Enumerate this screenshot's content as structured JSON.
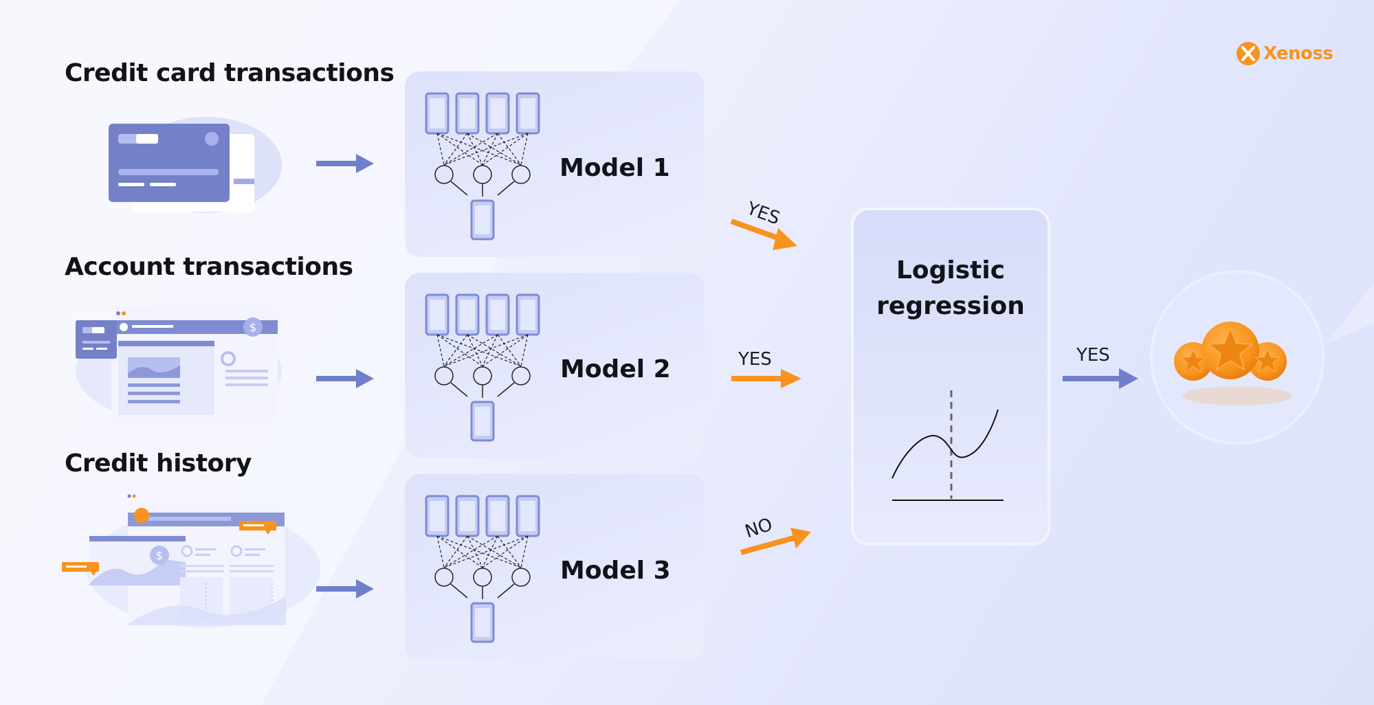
{
  "inputs": [
    {
      "label": "Credit card transactions"
    },
    {
      "label": "Account transactions"
    },
    {
      "label": "Credit history"
    }
  ],
  "models": [
    {
      "label": "Model 1"
    },
    {
      "label": "Model 2"
    },
    {
      "label": "Model 3"
    }
  ],
  "decisions": [
    {
      "label": "YES"
    },
    {
      "label": "YES"
    },
    {
      "label": "NO"
    }
  ],
  "aggregator": {
    "line1": "Logistic",
    "line2": "regression"
  },
  "final_decision": {
    "label": "YES"
  },
  "brand": {
    "name": "Xenoss"
  },
  "colors": {
    "accent_blue": "#6f7fcb",
    "accent_orange": "#f7931e",
    "card_blue": "#7481c8",
    "text": "#111318"
  },
  "icons": [
    "credit-card-icon",
    "dashboard-icon",
    "credit-history-icon",
    "neural-network-icon",
    "gold-coins-icon",
    "xenoss-logo-icon"
  ]
}
